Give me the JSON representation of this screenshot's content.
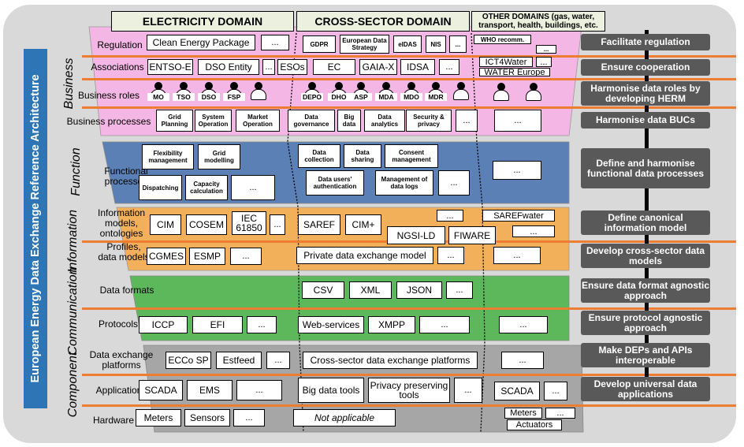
{
  "title": "European Energy Data Exchange Reference Architecture",
  "domains": {
    "electricity": "ELECTRICITY DOMAIN",
    "cross_sector": "CROSS-SECTOR DOMAIN",
    "other": "OTHER DOMAINS (gas, water, transport, health, buildings, etc."
  },
  "layers": {
    "business": "Business",
    "function": "Function",
    "information": "Information",
    "communication": "Communication",
    "component": "Component"
  },
  "rows": {
    "regulation": "Regulation",
    "associations": "Associations",
    "business_roles": "Business roles",
    "business_processes": "Business processes",
    "functional_processes": "Functional processes",
    "info_models": "Information models, ontologies",
    "profiles": "Profiles, data models",
    "data_formats": "Data formats",
    "protocols": "Protocols",
    "dep": "Data exchange platforms",
    "applications": "Applications",
    "hardware": "Hardware"
  },
  "boxes": {
    "clean_energy_package": "Clean Energy Package",
    "ellipsis": "...",
    "gdpr": "GDPR",
    "eu_data_strategy": "European Data Strategy",
    "eidas": "eIDAS",
    "nis": "NIS",
    "who": "WHO recomm.",
    "entsoe": "ENTSO-E",
    "dso_entity": "DSO Entity",
    "esos": "ESOs",
    "ec": "EC",
    "gaiax": "GAIA-X",
    "idsa": "IDSA",
    "ict4water": "ICT4Water",
    "water_europe": "WATER Europe",
    "grid_planning": "Grid Planning",
    "system_operation": "System Operation",
    "market_operation": "Market Operation",
    "data_governance": "Data governance",
    "big_data": "Big data",
    "data_analytics": "Data analytics",
    "security_privacy": "Security & privacy",
    "flexibility_management": "Flexibility management",
    "grid_modelling": "Grid modelling",
    "dispatching": "Dispatching",
    "capacity_calculation": "Capacity calculation",
    "data_collection": "Data collection",
    "data_sharing": "Data sharing",
    "consent_management": "Consent management",
    "data_users_auth": "Data users' authentication",
    "mgmt_data_logs": "Management of data logs",
    "cim": "CIM",
    "cosem": "COSEM",
    "iec61850": "IEC 61850",
    "saref": "SAREF",
    "cim_plus": "CIM+",
    "ngsi_ld": "NGSI-LD",
    "fiware": "FIWARE",
    "sarefwater": "SAREFwater",
    "cgmes": "CGMES",
    "esmp": "ESMP",
    "private_dem": "Private data exchange model",
    "csv": "CSV",
    "xml": "XML",
    "json": "JSON",
    "iccp": "ICCP",
    "efi": "EFI",
    "web_services": "Web-services",
    "xmpp": "XMPP",
    "ecco_sp": "ECCo SP",
    "estfeed": "Estfeed",
    "cross_sector_dep": "Cross-sector data exchange platforms",
    "scada": "SCADA",
    "ems": "EMS",
    "big_data_tools": "Big data tools",
    "privacy_tools": "Privacy preserving tools",
    "meters": "Meters",
    "sensors": "Sensors",
    "not_applicable": "Not applicable",
    "actuators": "Actuators"
  },
  "roles": {
    "mo": "MO",
    "tso": "TSO",
    "dso": "DSO",
    "fsp": "FSP",
    "depo": "DEPO",
    "dho": "DHO",
    "asp": "ASP",
    "mda": "MDA",
    "mdo": "MDO",
    "mdr": "MDR"
  },
  "objectives": {
    "facilitate_regulation": "Facilitate regulation",
    "ensure_cooperation": "Ensure cooperation",
    "harmonise_roles": "Harmonise data roles by developing HERM",
    "harmonise_bucs": "Harmonise data BUCs",
    "define_functional": "Define and harmonise functional data processes",
    "define_canonical": "Define canonical information model",
    "develop_cross_sector": "Develop cross-sector data models",
    "format_agnostic": "Ensure data format agnostic approach",
    "protocol_agnostic": "Ensure protocol agnostic approach",
    "deps_apis": "Make DEPs and APIs interoperable",
    "universal_apps": "Develop universal data applications"
  },
  "colors": {
    "business": "#f4b6e4",
    "function": "#5b80b5",
    "information": "#f3b05b",
    "communication": "#5cb85a",
    "component": "#a6a6a6",
    "accent_line": "#ed7d31",
    "title_bar": "#2e75b6",
    "objective": "#595959"
  }
}
